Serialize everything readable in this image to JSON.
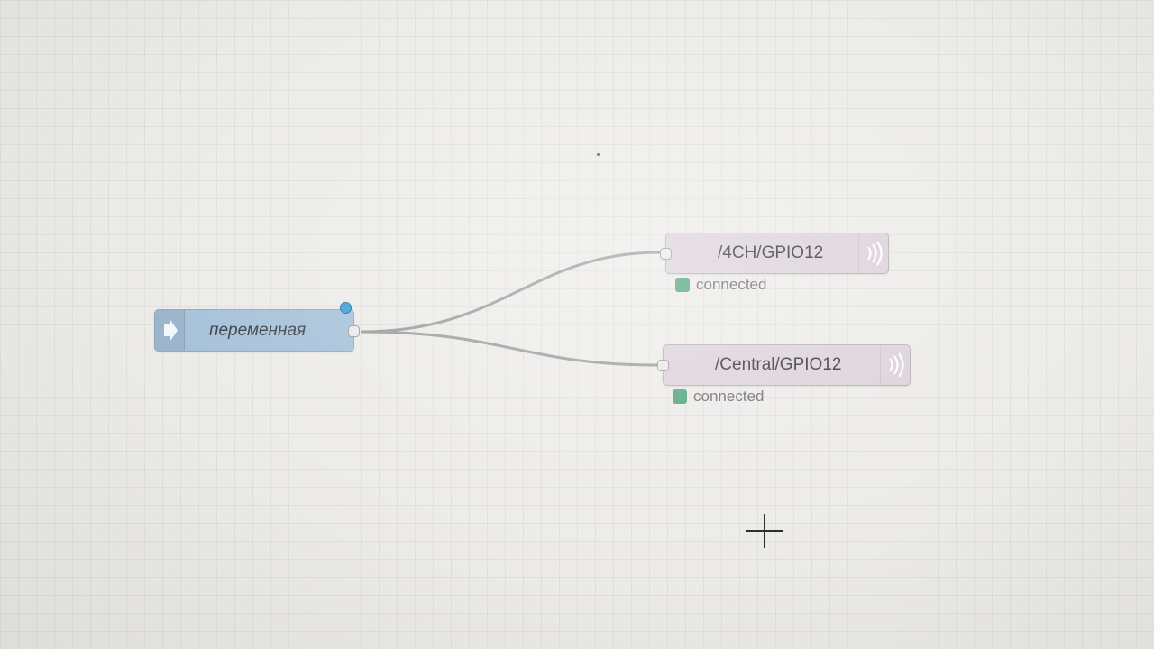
{
  "canvas": {
    "background": "#ecebe8",
    "wire_color": "#9a9a9a"
  },
  "nodes": {
    "inject": {
      "label": "переменная",
      "color": "#a6c1d9",
      "icon": "inject-arrow-icon"
    },
    "mqtt_out_1": {
      "label": "/4CH/GPIO12",
      "color": "#dcd1da",
      "icon": "mqtt-wifi-icon",
      "status": "connected",
      "status_color": "#4da37a"
    },
    "mqtt_out_2": {
      "label": "/Central/GPIO12",
      "color": "#dcd1da",
      "icon": "mqtt-wifi-icon",
      "status": "connected",
      "status_color": "#4da37a"
    }
  }
}
